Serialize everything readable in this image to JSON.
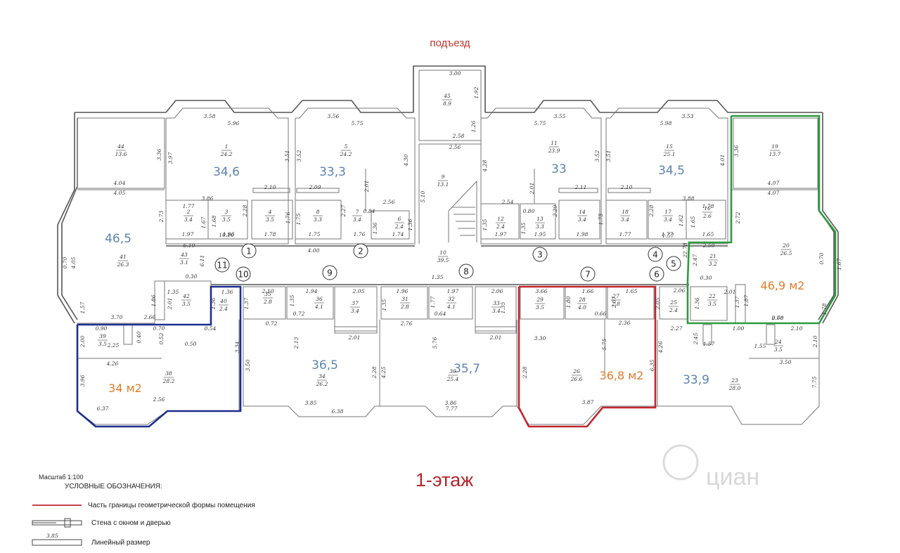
{
  "entrance_label": "подъезд",
  "floor_label": "1-этаж",
  "watermark": "циан",
  "legend": {
    "scale": "Масштаб 1:100",
    "title": "УСЛОВНЫЕ ОБОЗНАЧЕНИЯ:",
    "items": [
      "Часть границы геометрической формы помещения",
      "Стена с окном и дверью",
      "Линейный размер"
    ],
    "dim_sample": "3.85"
  },
  "apartment_areas": [
    {
      "label": "34,6",
      "highlight": false
    },
    {
      "label": "33,3",
      "highlight": false
    },
    {
      "label": "33",
      "highlight": false
    },
    {
      "label": "34,5",
      "highlight": false
    },
    {
      "label": "46,5",
      "highlight": false
    },
    {
      "label": "46,9 м2",
      "highlight": true
    },
    {
      "label": "36,5",
      "highlight": false
    },
    {
      "label": "35,7",
      "highlight": false
    },
    {
      "label": "36,8 м2",
      "highlight": true
    },
    {
      "label": "33,9",
      "highlight": false
    },
    {
      "label": "34 м2",
      "highlight": true
    }
  ],
  "colors": {
    "walls": "#555555",
    "blue_label": "#5b84b1",
    "orange_label": "#e07b2a",
    "green_outline": "#2e9a3e",
    "red_outline": "#c0272d",
    "navy_outline": "#1c2e8f",
    "entrance_text": "#c0392b",
    "floor_text": "#b3262b"
  },
  "entry_nodes": [
    "1",
    "2",
    "3",
    "4",
    "5",
    "6",
    "7",
    "8",
    "9",
    "10",
    "11"
  ],
  "rooms": [
    {
      "no": "44",
      "area": "13.6"
    },
    {
      "no": "1",
      "area": "24.2"
    },
    {
      "no": "5",
      "area": "24.2"
    },
    {
      "no": "45",
      "area": "8.9"
    },
    {
      "no": "11",
      "area": "23.9"
    },
    {
      "no": "15",
      "area": "25.1"
    },
    {
      "no": "19",
      "area": "13.7"
    },
    {
      "no": "9",
      "area": "13.1"
    },
    {
      "no": "2",
      "area": "3.4"
    },
    {
      "no": "3",
      "area": "3.5"
    },
    {
      "no": "4",
      "area": "3.5"
    },
    {
      "no": "8",
      "area": "3.3"
    },
    {
      "no": "7",
      "area": "3.4"
    },
    {
      "no": "6",
      "area": "2.4"
    },
    {
      "no": "12",
      "area": "2.4"
    },
    {
      "no": "13",
      "area": "3.3"
    },
    {
      "no": "14",
      "area": "3.4"
    },
    {
      "no": "18",
      "area": "3.4"
    },
    {
      "no": "17",
      "area": "3.4"
    },
    {
      "no": "16",
      "area": "2.6"
    },
    {
      "no": "41",
      "area": "26.3"
    },
    {
      "no": "20",
      "area": "26.5"
    },
    {
      "no": "10",
      "area": "39.5"
    },
    {
      "no": "43",
      "area": "3.1"
    },
    {
      "no": "21",
      "area": "3.2"
    },
    {
      "no": "42",
      "area": "3.5"
    },
    {
      "no": "40",
      "area": "2.4"
    },
    {
      "no": "35",
      "area": "2.8"
    },
    {
      "no": "36",
      "area": "4.1"
    },
    {
      "no": "37",
      "area": "3.4"
    },
    {
      "no": "31",
      "area": "2.8"
    },
    {
      "no": "32",
      "area": "4.1"
    },
    {
      "no": "33",
      "area": "3.4"
    },
    {
      "no": "29",
      "area": "3.5"
    },
    {
      "no": "28",
      "area": "4.0"
    },
    {
      "no": "27",
      "area": "2.8"
    },
    {
      "no": "25",
      "area": "2.4"
    },
    {
      "no": "22",
      "area": "3.5"
    },
    {
      "no": "39",
      "area": "3.5"
    },
    {
      "no": "38",
      "area": "28.2"
    },
    {
      "no": "34",
      "area": "26.2"
    },
    {
      "no": "30",
      "area": "25.4"
    },
    {
      "no": "26",
      "area": "26.6"
    },
    {
      "no": "23",
      "area": "28.0"
    },
    {
      "no": "24",
      "area": "3.5"
    }
  ],
  "dimensions": [
    "3.00",
    "1.92",
    "1.26",
    "2.58",
    "2.56",
    "5.10",
    "3.58",
    "5.96",
    "3.56",
    "5.75",
    "5.75",
    "3.55",
    "5.98",
    "3.53",
    "3.36",
    "3.97",
    "3.51",
    "3.52",
    "4.30",
    "4.28",
    "3.52",
    "3.51",
    "4.01",
    "3.36",
    "4.04",
    "4.05",
    "4.07",
    "4.07",
    "2.10",
    "2.09",
    "2.01",
    "2.56",
    "2.54",
    "2.01",
    "2.11",
    "2.10",
    "3.86",
    "3.88",
    "1.77",
    "1.68",
    "1.67",
    "2.73",
    "2.28",
    "1.76",
    "1.75",
    "2.27",
    "0.84",
    "1.36",
    "1.36",
    "1.35",
    "1.35",
    "0.80",
    "2.29",
    "1.75",
    "2.28",
    "1.62",
    "1.65",
    "2.72",
    "1.78",
    "1.97",
    "1.96",
    "1.78",
    "1.75",
    "1.76",
    "1.74",
    "1.97",
    "1.95",
    "1.98",
    "1.77",
    "1.77",
    "1.65",
    "10.10",
    "1.57",
    "6.10",
    "4.00",
    "6.11",
    "4.05",
    "0.70",
    "0.70",
    "1.67",
    "1.57",
    "1.78",
    "2.50",
    "2.47",
    "22.78",
    "0.30",
    "0.30",
    "1.35",
    "1.35",
    "2.01",
    "2.01",
    "1.37",
    "1.86",
    "1.87",
    "1.36",
    "1.36",
    "1.36",
    "1.37",
    "1.35",
    "1.35",
    "1.77",
    "1.35",
    "1.80",
    "2.07",
    "2.05",
    "2.06",
    "2.10",
    "1.94",
    "1.96",
    "1.97",
    "2.06",
    "2.05",
    "3.66",
    "1.66",
    "1.65",
    "3.70",
    "2.66",
    "0.60",
    "2.78",
    "0.72",
    "0.72",
    "2.76",
    "0.64",
    "0.66",
    "2.36",
    "2.27",
    "2.45",
    "1.00",
    "0.90",
    "0.70",
    "0.54",
    "0.40",
    "0.52",
    "0.50",
    "2.25",
    "1.57",
    "1.55",
    "2.10",
    "2.10",
    "2.00",
    "2.01",
    "2.01",
    "2.13",
    "5.76",
    "5.75",
    "3.30",
    "3.34",
    "4.26",
    "4.26",
    "3.50",
    "3.50",
    "4.25",
    "2.28",
    "2.28",
    "6.35",
    "3.96",
    "7.75",
    "3.85",
    "6.38",
    "2.56",
    "6.37",
    "3.86",
    "7.77",
    "3.87"
  ]
}
